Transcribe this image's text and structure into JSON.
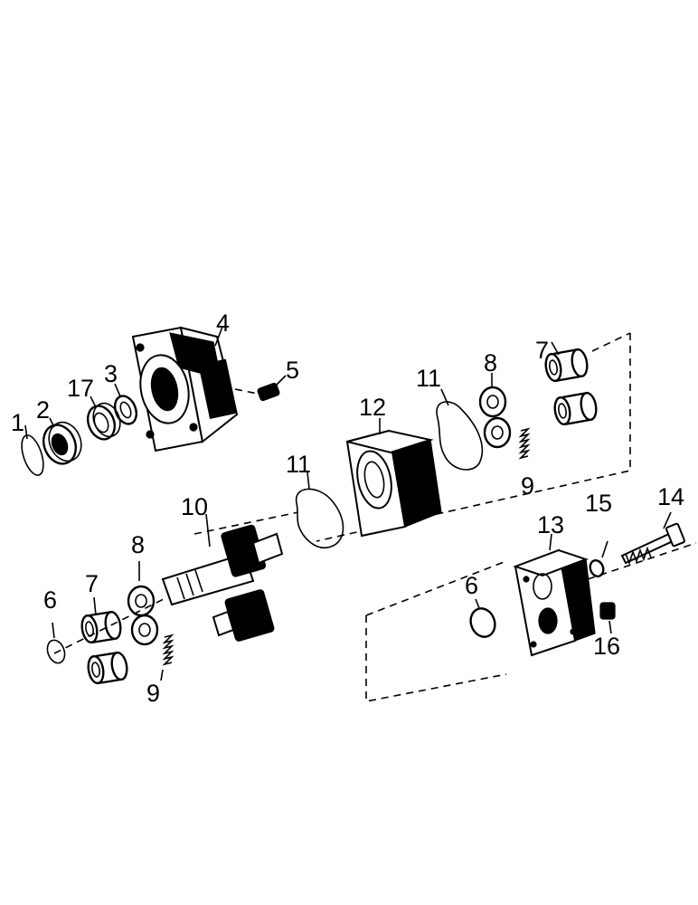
{
  "labels": {
    "l1": "1",
    "l2": "2",
    "l17": "17",
    "l3": "3",
    "l4": "4",
    "l5": "5",
    "l12": "12",
    "l11a": "11",
    "l8a": "8",
    "l7a": "7",
    "l9a": "9",
    "l11b": "11",
    "l10": "10",
    "l8b": "8",
    "l7b": "7",
    "l6a": "6",
    "l9b": "9",
    "l6b": "6",
    "l13": "13",
    "l15": "15",
    "l14": "14",
    "l16": "16"
  }
}
